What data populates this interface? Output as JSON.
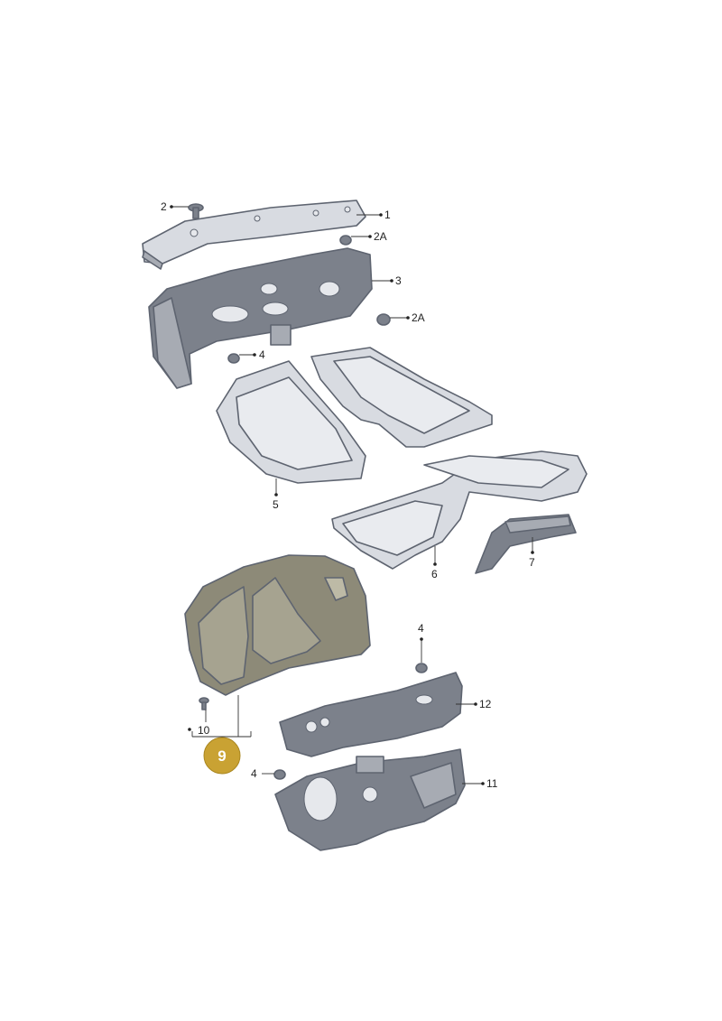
{
  "callouts": {
    "c1": "1",
    "c2": "2",
    "c2a_top": "2A",
    "c3": "3",
    "c2a_mid": "2A",
    "c4_top": "4",
    "c5": "5",
    "c6": "6",
    "c7": "7",
    "c4_right": "4",
    "c12": "12",
    "c10": "10",
    "c4_bottom": "4",
    "c11": "11"
  },
  "highlight": {
    "label": "9",
    "badge_color": "#c9a233",
    "part_color": "#8d8a78"
  }
}
